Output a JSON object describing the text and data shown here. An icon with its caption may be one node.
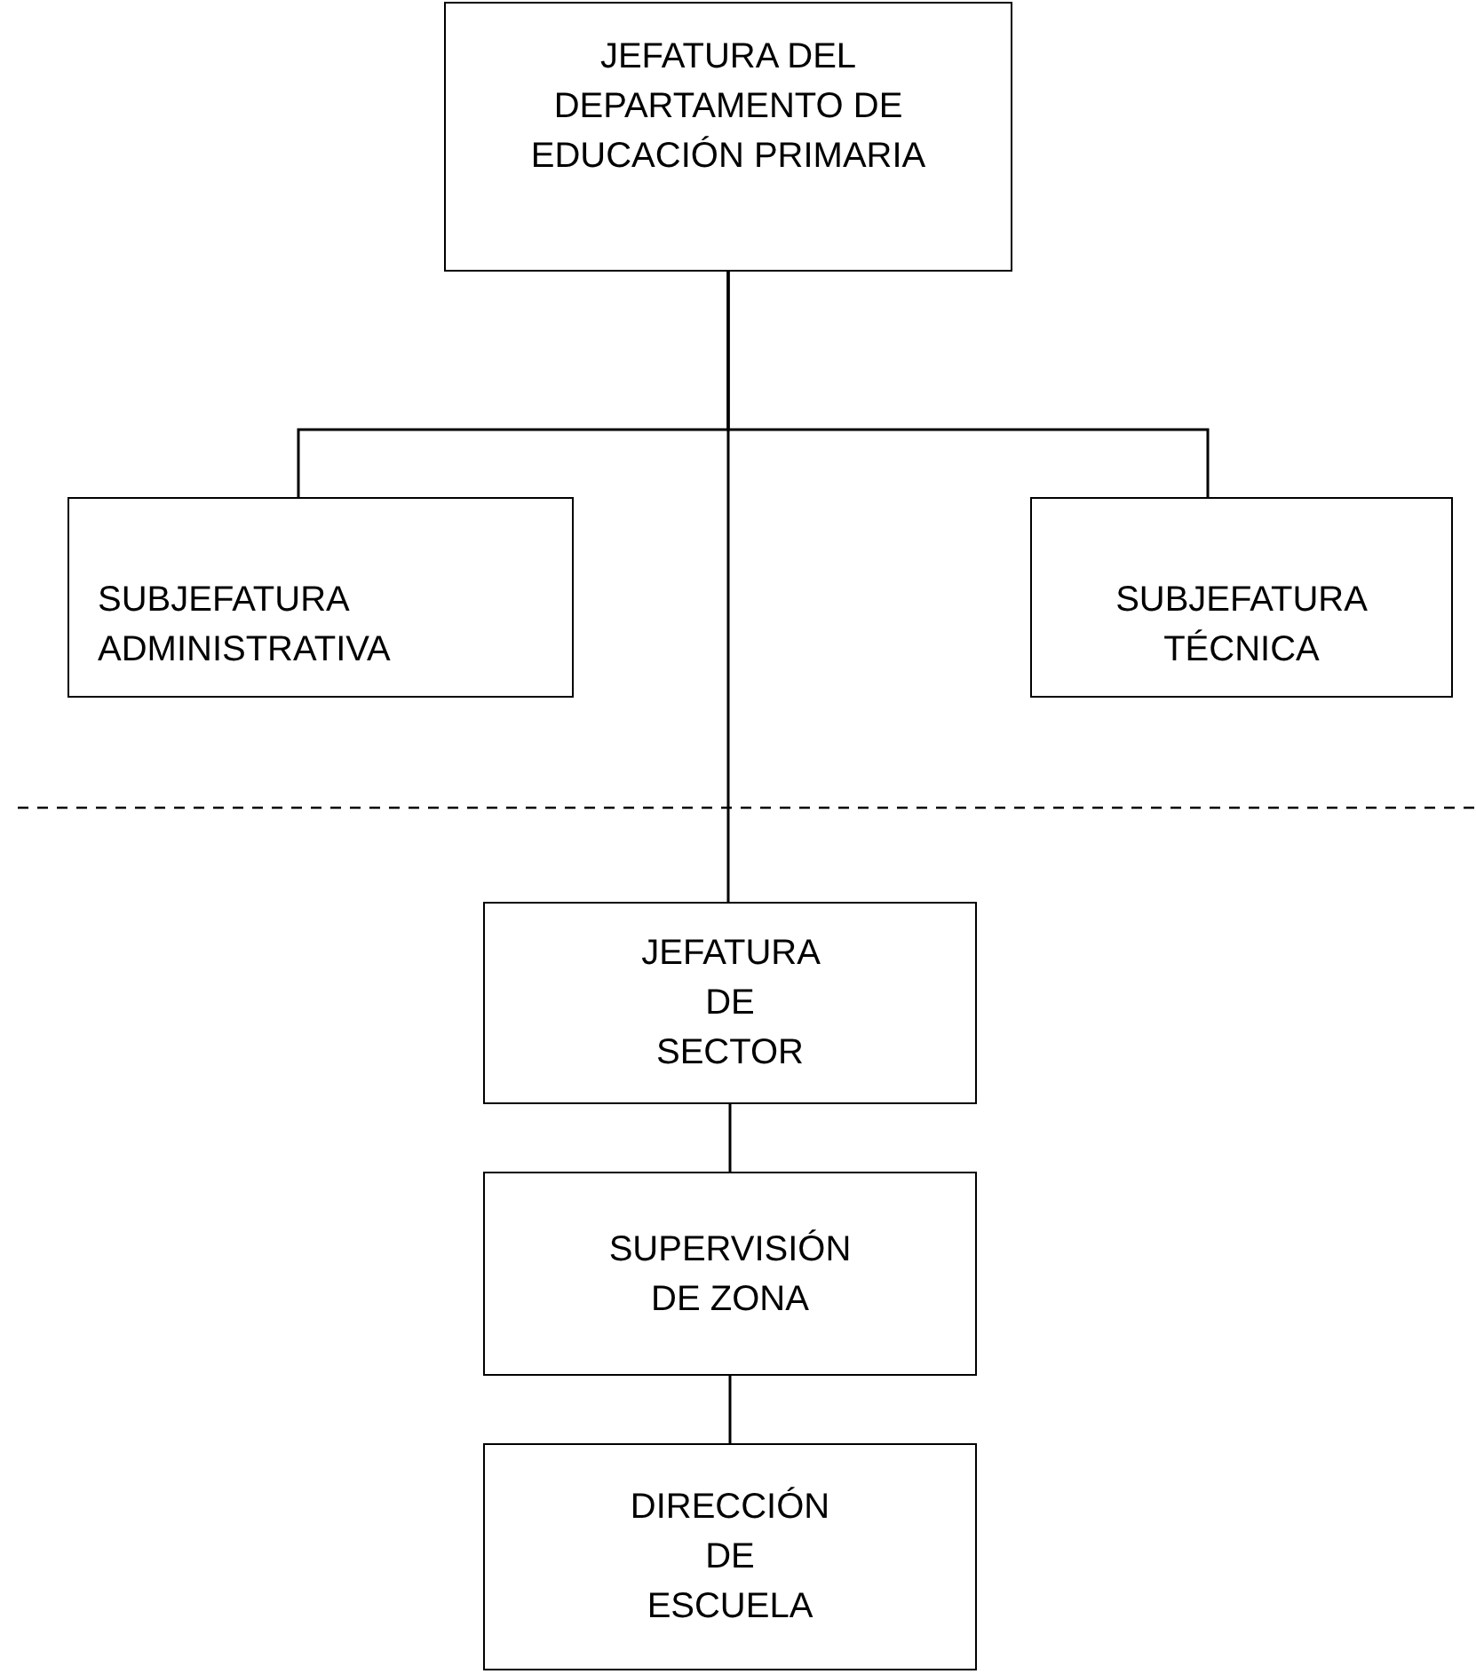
{
  "diagram": {
    "nodes": [
      {
        "text": [
          "JEFATURA DEL DEPARTAMENTO DE EDUCACIÓN PRIMARIA"
        ]
      },
      {
        "text": [
          "SUBJEFATURA ADMINISTRATIVA"
        ]
      },
      {
        "text": [
          "SUBJEFATURA TÉCNICA"
        ]
      },
      {
        "text": [
          "JEFATURA DE SECTOR"
        ]
      },
      {
        "text": [
          "SUPERVISIÓN DE ZONA"
        ]
      },
      {
        "text": [
          "DIRECCIÓN DE ESCUELA"
        ]
      }
    ],
    "edges": [
      {
        "from": 0,
        "to": 1,
        "arrow": "none"
      },
      {
        "from": 0,
        "to": 2,
        "arrow": "none"
      },
      {
        "from": 0,
        "to": 3,
        "arrow": "none"
      },
      {
        "from": 3,
        "to": 4,
        "arrow": "none"
      },
      {
        "from": 4,
        "to": 5,
        "arrow": "none"
      }
    ]
  }
}
